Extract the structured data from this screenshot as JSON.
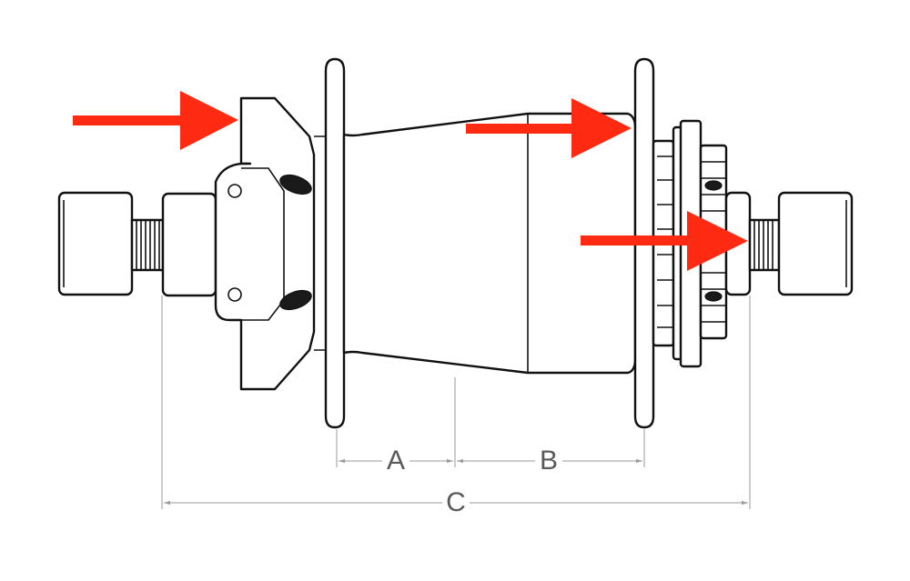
{
  "dimensions": {
    "a_label": "A",
    "b_label": "B",
    "c_label": "C"
  },
  "colors": {
    "arrow": "#ff2a12",
    "outline": "#111111",
    "dimension_line": "#9a9a9a",
    "dimension_text": "#5a5a5a"
  }
}
